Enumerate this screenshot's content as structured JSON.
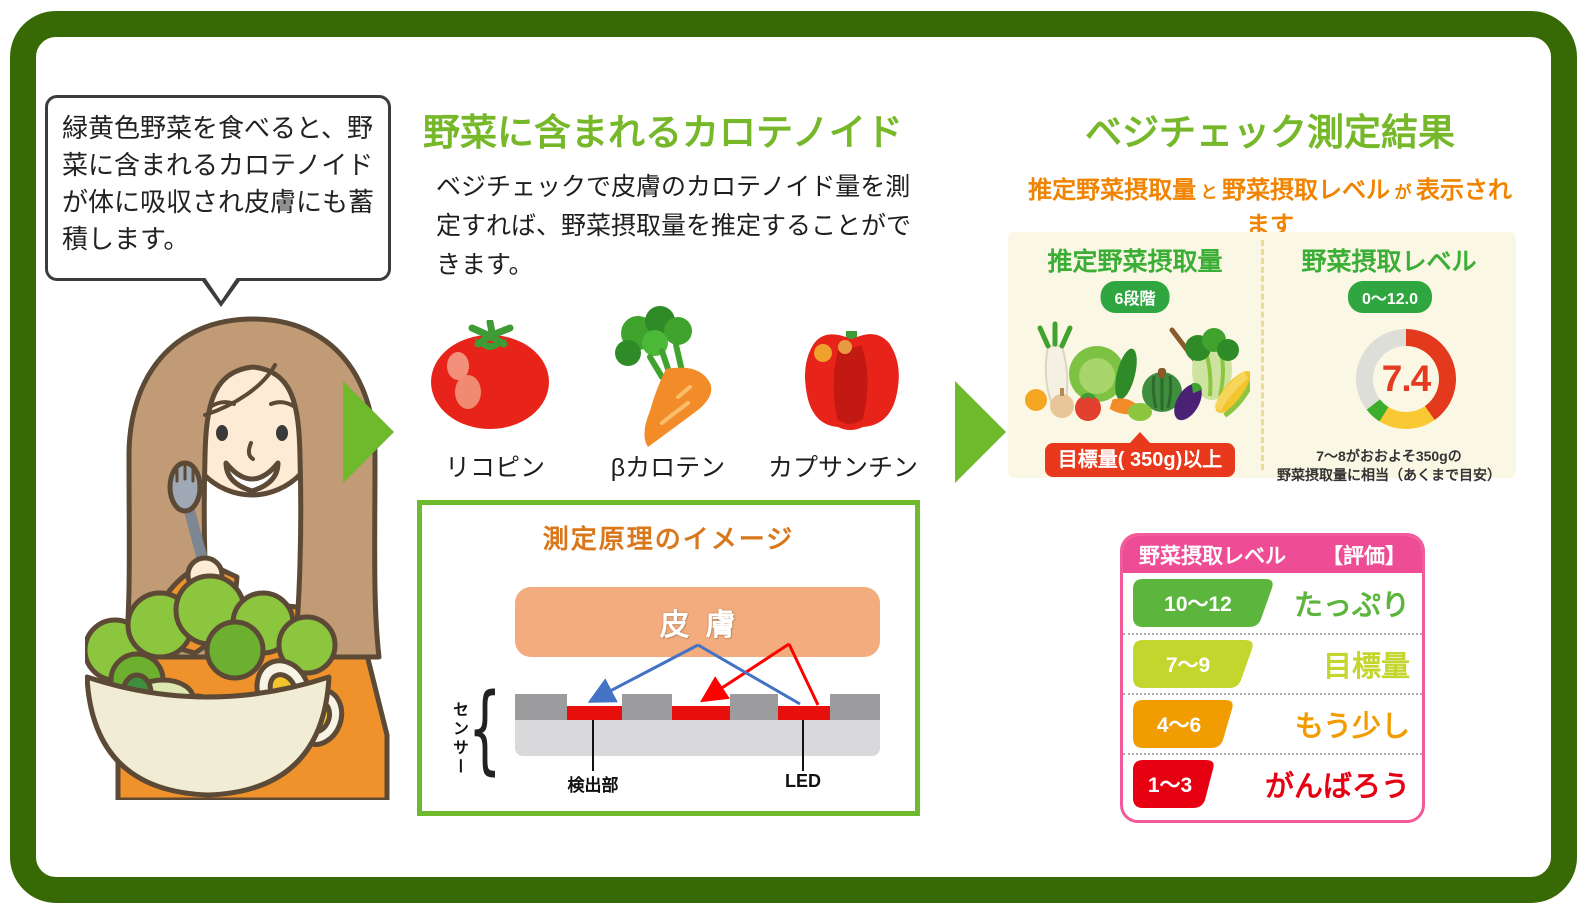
{
  "colors": {
    "frame_green": "#376905",
    "accent_green": "#76B82A",
    "panel_cream": "#FAF7E4",
    "panel_green": "#3BAE36",
    "badge_green": "#2FA63F",
    "subtitle_orange": "#F08300",
    "principle_title_orange": "#D9771C",
    "skin_fill": "#F2AC7E",
    "sensor_gray": "#9C9C9E",
    "sensor_base_gray": "#D9D9DB",
    "led_red": "#E8100C",
    "callout_red": "#E8391C",
    "table_pink": "#EE4D96"
  },
  "speech_bubble": {
    "text": "緑黄色野菜を食べると、野菜に含まれるカロテノイドが体に吸収され皮膚にも蓄積します。"
  },
  "carotenoid_section": {
    "title": "野菜に含まれるカロテノイド",
    "description": "ベジチェックで皮膚のカロテノイド量を測定すれば、野菜摂取量を推定することができます。",
    "vegetables": [
      {
        "icon": "tomato-icon",
        "label": "リコピン"
      },
      {
        "icon": "carrot-icon",
        "label": "βカロテン"
      },
      {
        "icon": "bell-pepper-icon",
        "label": "カプサンチン"
      }
    ]
  },
  "principle_box": {
    "title": "測定原理のイメージ",
    "skin_label": "皮膚",
    "sensor_label": "センサー",
    "sensor_brace": "{",
    "detector_label": "検出部",
    "led_label": "LED"
  },
  "result_section": {
    "title": "ベジチェック測定結果",
    "subtitle_parts": [
      "推定野菜摂取量",
      "と",
      "野菜摂取レベル",
      "が",
      "表示されます"
    ],
    "intake_panel": {
      "title": "推定野菜摂取量",
      "badge": "6段階",
      "callout": "目標量( 350g)以上"
    },
    "level_panel": {
      "title": "野菜摂取レベル",
      "badge": "0〜12.0",
      "value": "7.4",
      "caption_line1": "7〜8がおおよそ350gの",
      "caption_line2": "野菜摂取量に相当（あくまで目安）"
    }
  },
  "gauge": {
    "value": 7.4,
    "min": 0,
    "max": 12,
    "segments": [
      {
        "color": "#E33A1E",
        "from": 0,
        "to": 145
      },
      {
        "color": "#F9C933",
        "from": 145,
        "to": 212
      },
      {
        "color": "#3DAE2B",
        "from": 212,
        "to": 232
      },
      {
        "color": "#DEDED8",
        "from": 232,
        "to": 360
      }
    ]
  },
  "rating_table": {
    "header_left": "野菜摂取レベル",
    "header_right": "【評価】",
    "rows": [
      {
        "range": "10〜12",
        "label": "たっぷり",
        "color": "#5CB53C"
      },
      {
        "range": "7〜9",
        "label": "目標量",
        "color": "#C3D62D"
      },
      {
        "range": "4〜6",
        "label": "もう少し",
        "color": "#F19C00"
      },
      {
        "range": "1〜3",
        "label": "がんばろう",
        "color": "#E60012"
      }
    ]
  }
}
